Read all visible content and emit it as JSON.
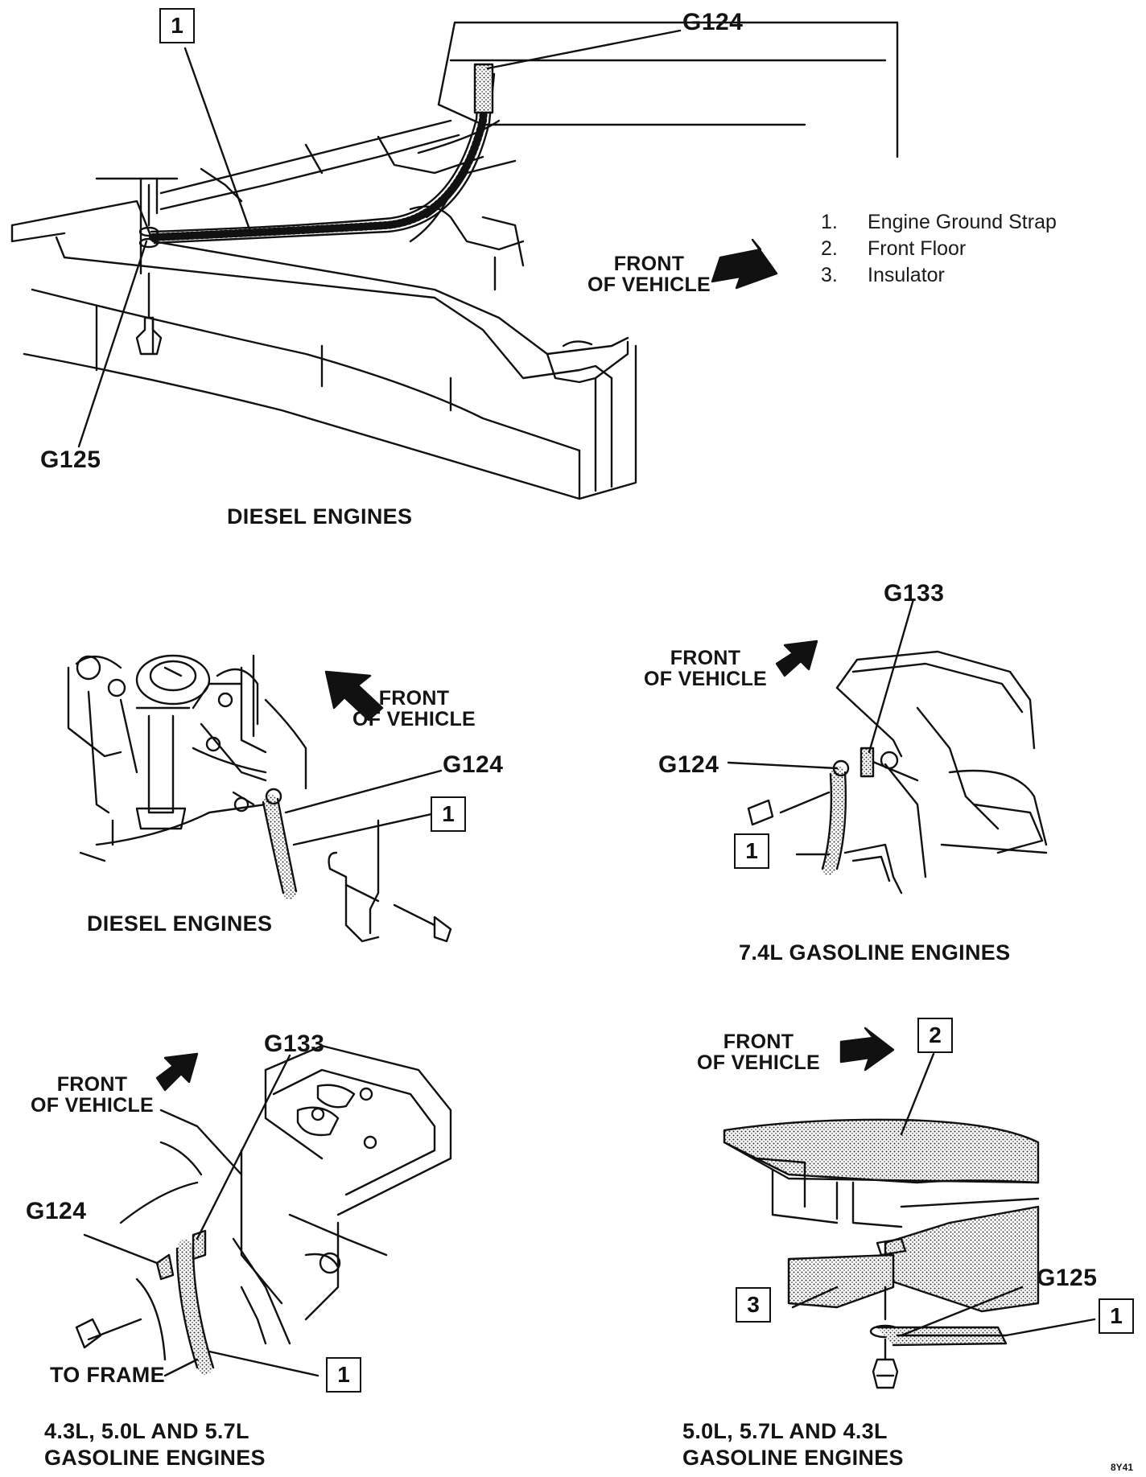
{
  "legend": [
    {
      "num": "1.",
      "label": "Engine Ground Strap"
    },
    {
      "num": "2.",
      "label": "Front Floor"
    },
    {
      "num": "3.",
      "label": "Insulator"
    }
  ],
  "front_of_vehicle": {
    "line1": "FRONT",
    "line2": "OF VEHICLE"
  },
  "views": {
    "diesel_frame": {
      "callout": "1",
      "ground_top": "G124",
      "ground_bottom": "G125",
      "caption": "DIESEL ENGINES"
    },
    "diesel_engine": {
      "callout": "1",
      "ground": "G124",
      "caption": "DIESEL ENGINES"
    },
    "gas_74": {
      "callout": "1",
      "ground_top": "G133",
      "ground_side": "G124",
      "caption": "7.4L GASOLINE ENGINES"
    },
    "gas_43_50_57": {
      "callout": "1",
      "ground_top": "G133",
      "ground_side": "G124",
      "to_frame": "TO FRAME",
      "caption_line1": "4.3L, 5.0L AND 5.7L",
      "caption_line2": "GASOLINE ENGINES"
    },
    "gas_50_57_43": {
      "callout_floor": "2",
      "callout_insulator": "3",
      "callout_strap": "1",
      "ground": "G125",
      "caption_line1": "5.0L, 5.7L AND 4.3L",
      "caption_line2": "GASOLINE ENGINES"
    }
  },
  "figure_id": "8Y41"
}
